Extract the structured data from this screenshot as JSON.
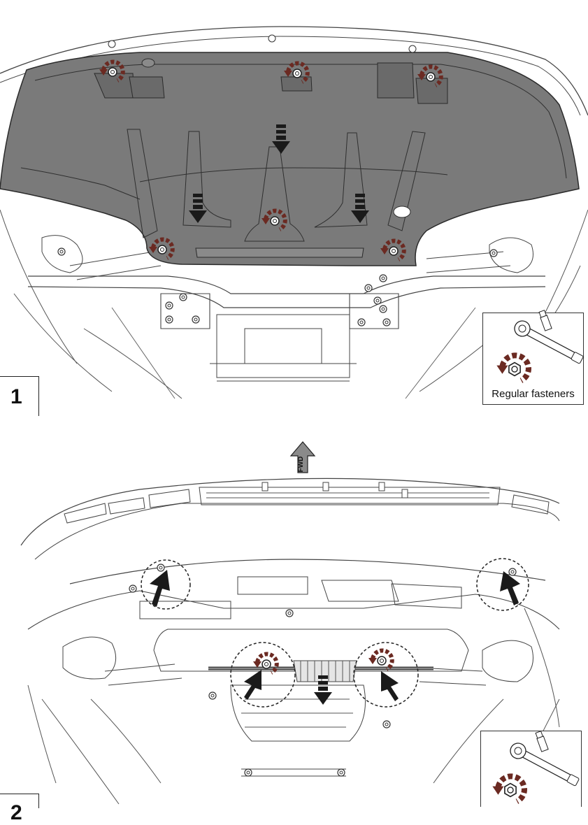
{
  "step1": {
    "number": "1"
  },
  "step2": {
    "number": "2"
  },
  "legend_top": {
    "label": "Regular fasteners",
    "tool_icon": "ratchet-wrench-icon",
    "fastener_icon": "nut-rotate-icon"
  },
  "legend_bottom": {
    "tool_icon": "ratchet-wrench-icon",
    "fastener_icon": "nut-rotate-icon"
  },
  "fwd_marker": {
    "label": "FWD"
  },
  "colors": {
    "shield_fill": "#7a7a7a",
    "shield_stroke": "#2a2a2a",
    "line": "#3a3a3a",
    "arrow": "#1a1a1a",
    "rotate_arrow": "#6b2a22"
  }
}
